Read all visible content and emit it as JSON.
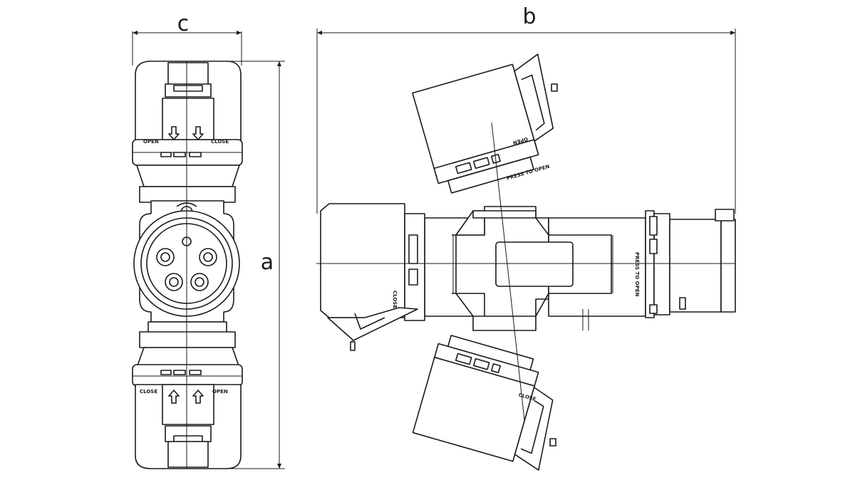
{
  "dimensions": {
    "c": "c",
    "b": "b",
    "a": "a"
  },
  "markings": {
    "open": "OPEN",
    "close": "CLOSE",
    "press_to_open": "PRESS TO OPEN"
  }
}
